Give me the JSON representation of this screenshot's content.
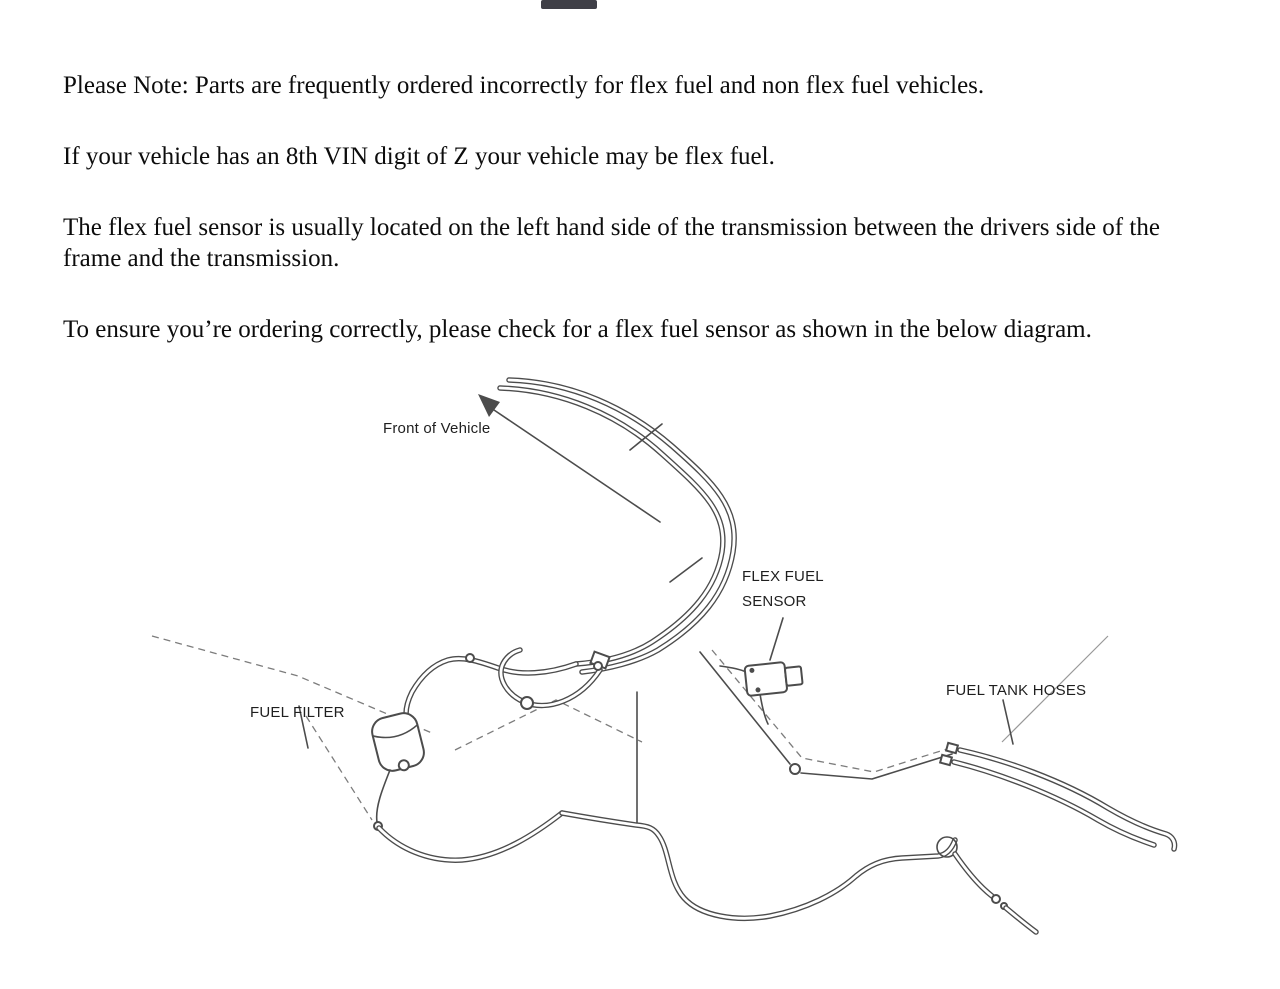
{
  "note": {
    "paragraphs": [
      "Please Note: Parts are frequently ordered incorrectly for flex fuel and non flex fuel vehicles.",
      "If your vehicle has an 8th VIN digit of Z your vehicle may be flex fuel.",
      "The flex fuel sensor is usually located on the left hand side of the transmission between the drivers side of the frame and the transmission.",
      "To ensure you’re ordering correctly, please check for a flex fuel sensor as shown in the below diagram."
    ]
  },
  "diagram": {
    "labels": {
      "front_of_vehicle": "Front of Vehicle",
      "flex_fuel_line1": "FLEX FUEL",
      "flex_fuel_line2": "SENSOR",
      "fuel_filter": "FUEL FILTER",
      "fuel_tank_hoses": "FUEL TANK HOSES"
    }
  }
}
